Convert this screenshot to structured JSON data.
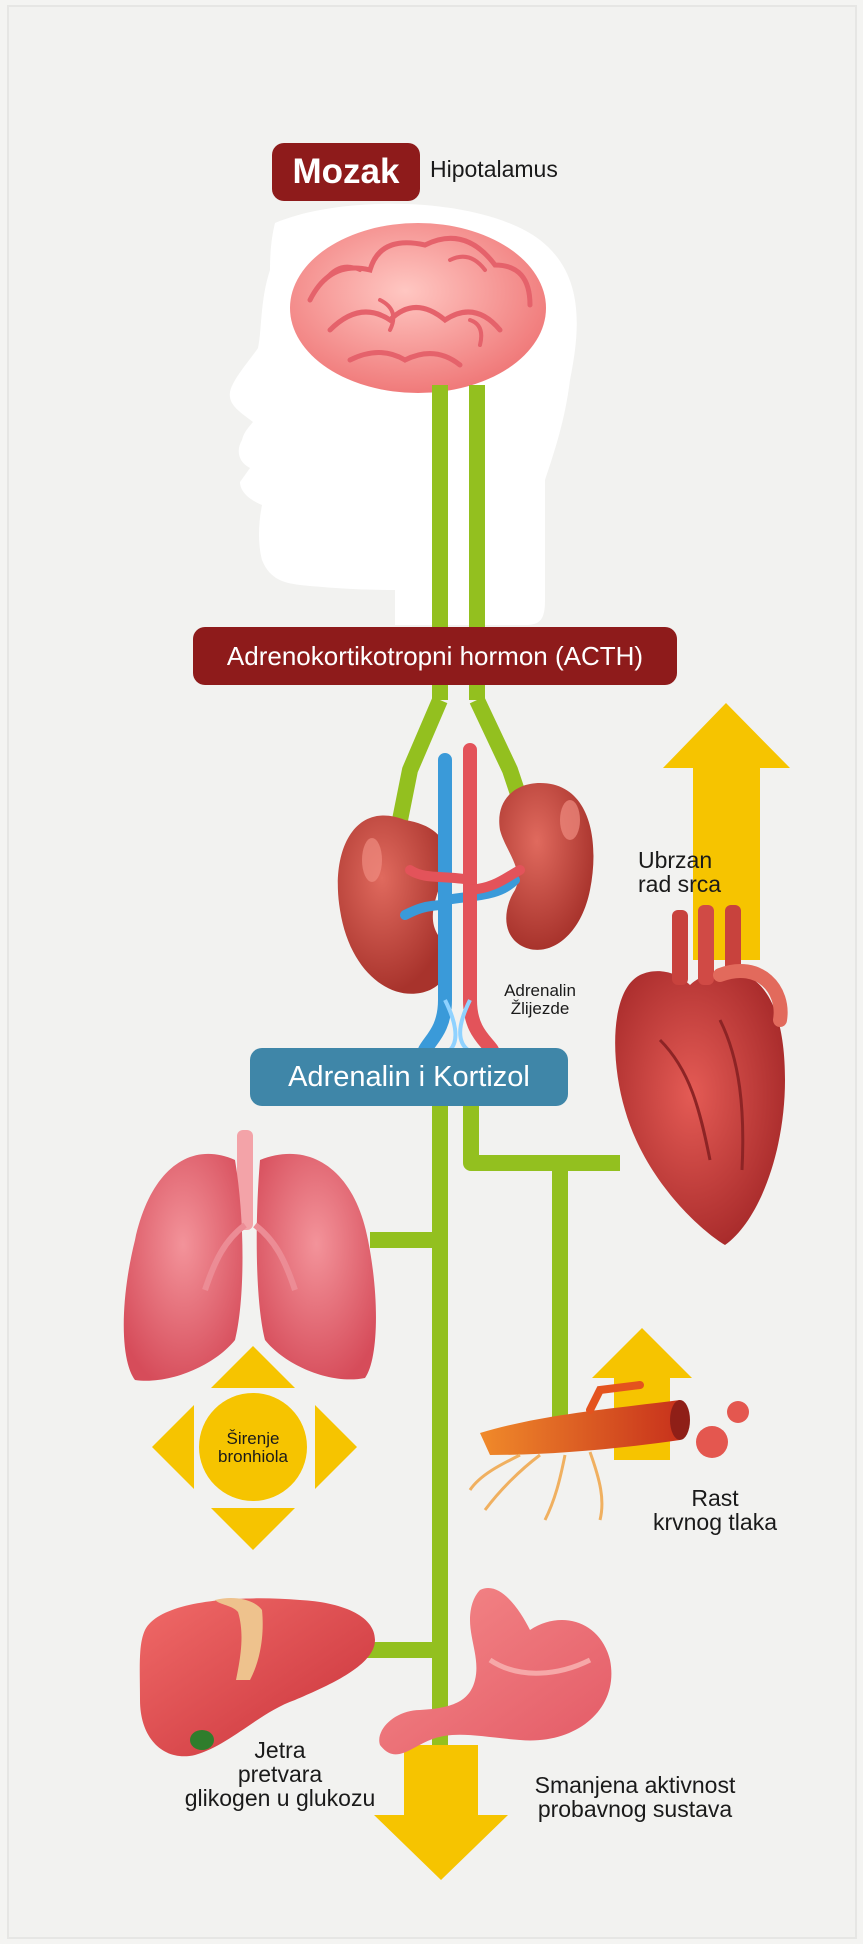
{
  "title": {
    "label": "Mozak",
    "subtitle": "Hipotalamus",
    "color": "#8e1b1b"
  },
  "acth": {
    "label": "Adrenokortikotropni hormon (ACTH)",
    "color": "#8e1b1b"
  },
  "hormones": {
    "label": "Adrenalin i Kortizol",
    "color": "#3f86a8"
  },
  "gland": {
    "line1": "Adrenalin",
    "line2": "Žlijezde"
  },
  "heart": {
    "line1": "Ubrzan",
    "line2": "rad srca"
  },
  "lungs": {
    "line1": "Širenje",
    "line2": "bronhiola"
  },
  "vessel": {
    "line1": "Rast",
    "line2": "krvnog tlaka"
  },
  "liver": {
    "line1": "Jetra",
    "line2": "pretvara",
    "line3": "glikogen u glukozu"
  },
  "stomach": {
    "line1": "Smanjena aktivnost",
    "line2": "probavnog sustava"
  },
  "colors": {
    "pathway": "#93c01f",
    "arrow": "#f6c400",
    "organ_red": "#d9484a",
    "vein_blue": "#3a9ad9",
    "background": "#f4f4f2"
  },
  "icons": [
    "head-silhouette-icon",
    "brain-icon",
    "kidneys-icon",
    "heart-icon",
    "lungs-icon",
    "blood-vessel-icon",
    "liver-icon",
    "stomach-icon",
    "up-arrow-icon",
    "down-arrow-icon",
    "four-way-arrow-icon"
  ]
}
